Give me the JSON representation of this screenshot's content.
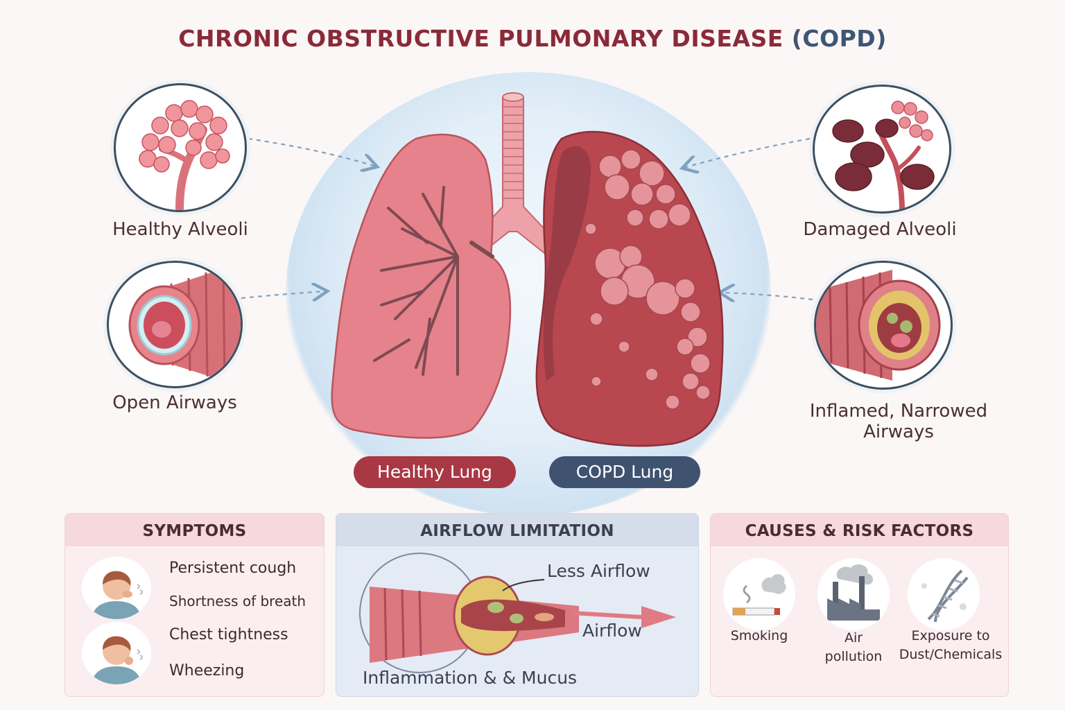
{
  "title": {
    "main": "CHRONIC OBSTRUCTIVE PULMONARY DISEASE",
    "abbr": "(COPD)"
  },
  "insets": {
    "healthy_alveoli": "Healthy Alveoli",
    "open_airways": "Open Airways",
    "damaged_alveoli": "Damaged Alveoli",
    "inflamed_airways_line1": "Inflamed, Narrowed",
    "inflamed_airways_line2": "Airways"
  },
  "lungs": {
    "healthy": "Healthy Lung",
    "copd": "COPD Lung"
  },
  "symptoms": {
    "heading": "SYMPTOMS",
    "items": [
      "Persistent cough",
      "Shortness of breath",
      "Chest tightness",
      "Wheezing"
    ]
  },
  "airflow": {
    "heading": "AIRFLOW LIMITATION",
    "less_airflow": "Less Airflow",
    "airflow": "Airflow",
    "inflammation": "Inflammation & & Mucus"
  },
  "causes": {
    "heading": "CAUSES & RISK FACTORS",
    "items": [
      {
        "line1": "Smoking",
        "line2": ""
      },
      {
        "line1": "Air",
        "line2": "pollution"
      },
      {
        "line1": "Exposure to",
        "line2": "Dust/Chemicals"
      }
    ]
  },
  "colors": {
    "title": "#8a2a38",
    "abbr": "#3e5675",
    "healthy_pill": "#a93845",
    "copd_pill": "#3f5270"
  }
}
